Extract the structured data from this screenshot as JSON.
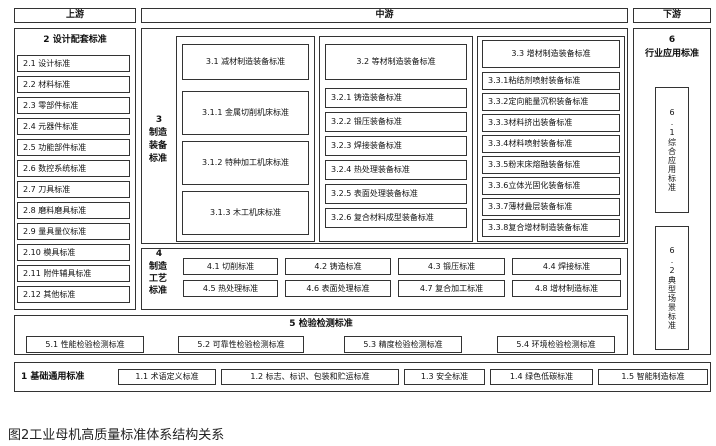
{
  "header": {
    "upstream": "上游",
    "midstream": "中游",
    "downstream": "下游"
  },
  "sec2": {
    "title": "2 设计配套标准",
    "items": [
      "2.1 设计标准",
      "2.2 材料标准",
      "2.3 零部件标准",
      "2.4 元器件标准",
      "2.5 功能部件标准",
      "2.6 数控系统标准",
      "2.7 刀具标准",
      "2.8 磨料磨具标准",
      "2.9 量具量仪标准",
      "2.10 模具标准",
      "2.11 附件辅具标准",
      "2.12 其他标准"
    ]
  },
  "sec3": {
    "num": "3",
    "name": "制造装备标准",
    "g1": {
      "title": "3.1 减材制造装备标准",
      "items": [
        "3.1.1 金属切削机床标准",
        "3.1.2 特种加工机床标准",
        "3.1.3 木工机床标准"
      ]
    },
    "g2": {
      "title": "3.2 等材制造装备标准",
      "items": [
        "3.2.1 铸造装备标准",
        "3.2.2 锻压装备标准",
        "3.2.3 焊接装备标准",
        "3.2.4 热处理装备标准",
        "3.2.5 表面处理装备标准",
        "3.2.6 复合材料成型装备标准"
      ]
    },
    "g3": {
      "title": "3.3 增材制造装备标准",
      "items": [
        "3.3.1粘结剂喷射装备标准",
        "3.3.2定向能量沉积装备标准",
        "3.3.3材料挤出装备标准",
        "3.3.4材料喷射装备标准",
        "3.3.5粉末床熔融装备标准",
        "3.3.6立体光固化装备标准",
        "3.3.7薄材叠层装备标准",
        "3.3.8复合增材制造装备标准"
      ]
    }
  },
  "sec4": {
    "num": "4",
    "name": "制造工艺标准",
    "items": [
      "4.1 切削标准",
      "4.2 铸造标准",
      "4.3 锻压标准",
      "4.4 焊接标准",
      "4.5 热处理标准",
      "4.6 表面处理标准",
      "4.7 复合加工标准",
      "4.8 增材制造标准"
    ]
  },
  "sec5": {
    "title": "5 检验检测标准",
    "items": [
      "5.1 性能检验检测标准",
      "5.2 可靠性检验检测标准",
      "5.3 精度检验检测标准",
      "5.4 环境检验检测标准"
    ]
  },
  "sec6": {
    "num": "6",
    "name": "行业应用标准",
    "items": [
      "6.1综合应用标准",
      "6.2典型场景标准"
    ]
  },
  "sec1": {
    "title": "1 基础通用标准",
    "items": [
      "1.1 术语定义标准",
      "1.2 标志、标识、包装和贮运标准",
      "1.3 安全标准",
      "1.4 绿色低碳标准",
      "1.5 智能制造标准"
    ]
  },
  "caption": "图2工业母机高质量标准体系结构关系"
}
